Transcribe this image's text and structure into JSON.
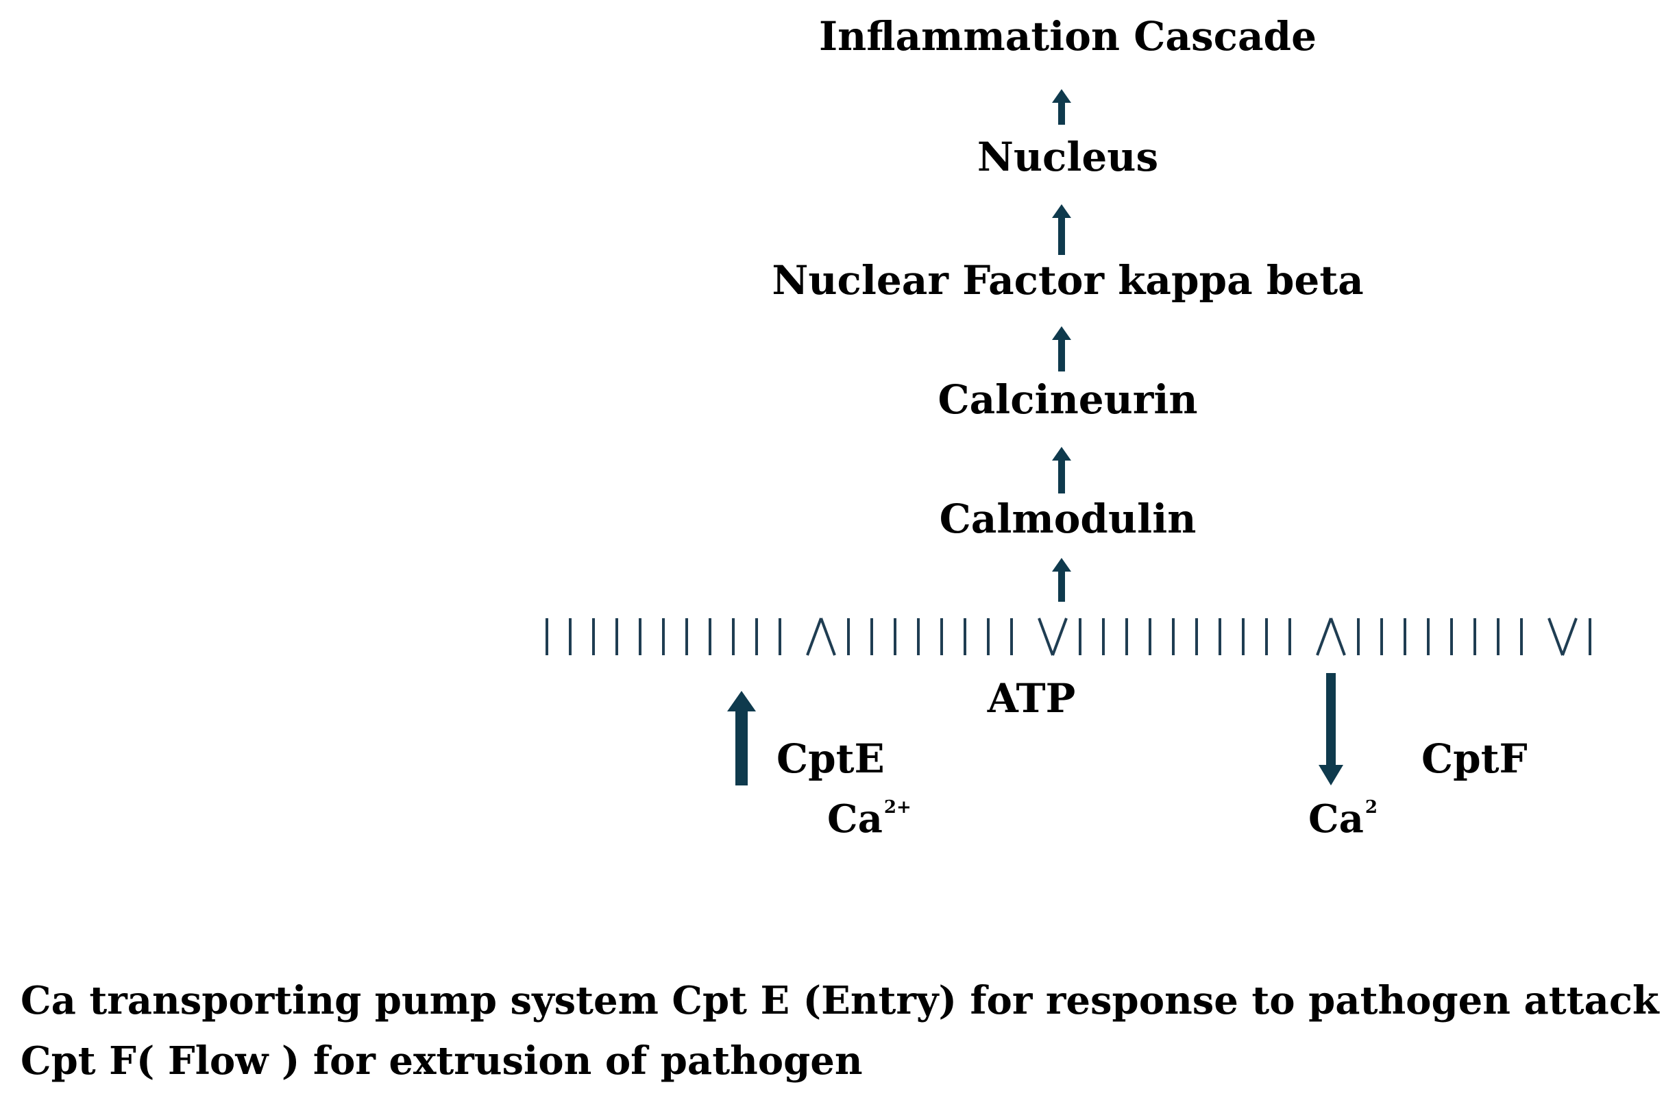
{
  "pathway": {
    "steps": [
      "Inflammation Cascade",
      "Nucleus",
      "Nuclear Factor kappa beta",
      "Calcineurin",
      "Calmodulin"
    ]
  },
  "membrane": {
    "segments": [
      "IIIIIIIIIII",
      "/\\",
      "IIIIIIII",
      "\\/",
      "IIIIIIIIII",
      "/\\",
      "IIIIIIII",
      "\\/",
      "III"
    ]
  },
  "atp_label": "ATP",
  "pumps": {
    "entry": {
      "label": "CptE",
      "ion": "Ca",
      "ion_charge": "2+",
      "direction": "in"
    },
    "flow": {
      "label": "CptF",
      "ion": "Ca",
      "ion_charge": "2",
      "direction": "out"
    }
  },
  "caption": {
    "line1": "Ca transporting pump system Cpt E (Entry) for response to pathogen attack",
    "line2": "Cpt F( Flow ) for extrusion of pathogen"
  },
  "colors": {
    "text": "#000000",
    "arrow": "#0f3a4d",
    "membrane": "#1f3d52"
  }
}
